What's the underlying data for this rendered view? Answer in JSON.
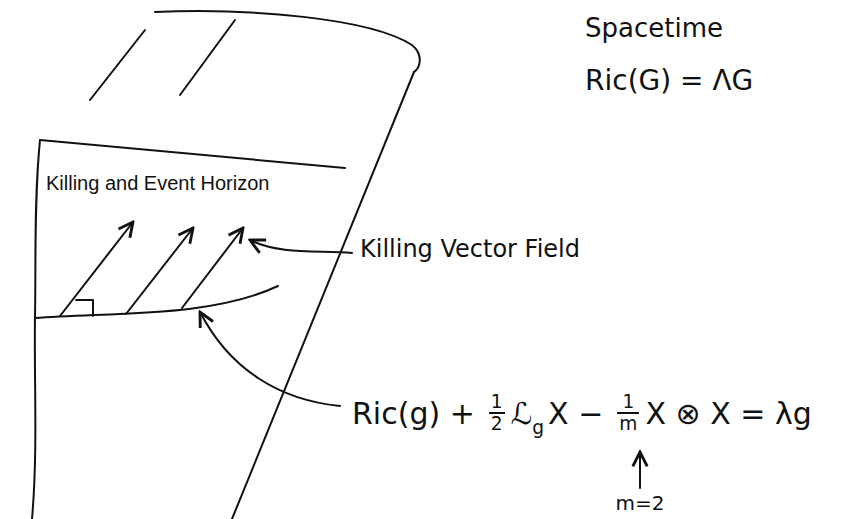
{
  "diagram": {
    "labels": [
      "Spacetime",
      "Ric(G) = ΛG",
      "Killing and Event Horizon",
      "Killing Vector Field",
      "Ric(g) +",
      "1",
      "2",
      "ℒ",
      "g",
      "X −",
      "1",
      "m",
      "X ⊗ X = λg",
      "m=2"
    ]
  }
}
